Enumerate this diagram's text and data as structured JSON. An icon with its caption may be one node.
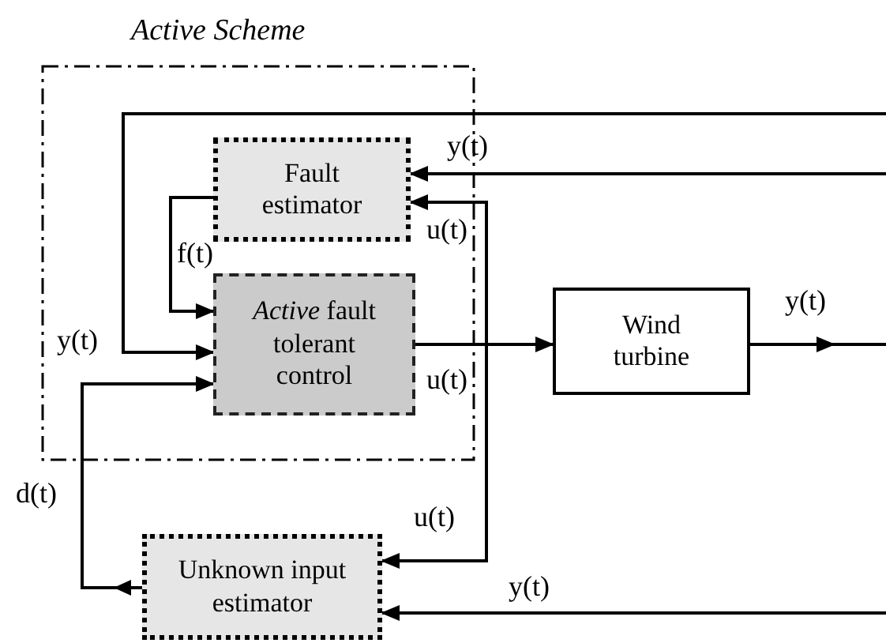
{
  "diagram": {
    "nodes": [
      {
        "text": [
          "Active Scheme"
        ]
      },
      {
        "text": [
          "Fault estimator"
        ],
        "in": 0
      },
      {
        "text": [
          "*Active* fault tolerant control"
        ],
        "in": 0
      },
      {
        "text": [
          "Wind turbine"
        ]
      },
      {
        "text": [
          "Unknown input estimator"
        ]
      }
    ],
    "edges": [
      {
        "from": 2,
        "to": 3,
        "arrow": "to",
        "label": "u(t)"
      },
      {
        "from": 2,
        "to": 1,
        "arrow": "to",
        "label": "u(t)"
      },
      {
        "from": 2,
        "to": 4,
        "arrow": "to",
        "label": "u(t)"
      },
      {
        "from": 1,
        "to": 2,
        "arrow": "to",
        "label": "f(t)"
      },
      {
        "from": 4,
        "to": 2,
        "arrow": "to",
        "label": "d(t)"
      },
      {
        "from": null,
        "to": 2,
        "arrow": "to",
        "label": "y(t)"
      },
      {
        "from": null,
        "to": 1,
        "arrow": "to",
        "label": "y(t)"
      },
      {
        "from": null,
        "to": 4,
        "arrow": "to",
        "label": "y(t)"
      },
      {
        "from": 3,
        "to": null,
        "arrow": "to",
        "label": "y(t)"
      }
    ]
  }
}
